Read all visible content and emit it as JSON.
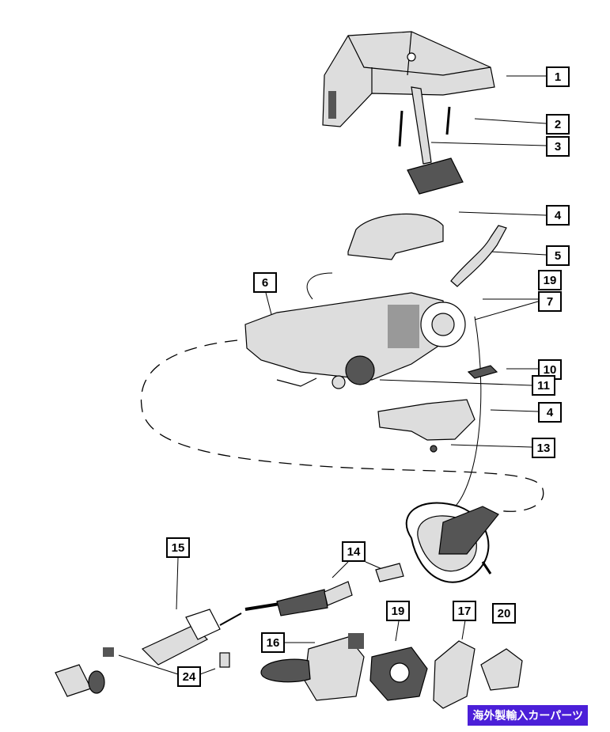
{
  "callouts": {
    "c1": "1",
    "c2": "2",
    "c3": "3",
    "c4a": "4",
    "c5": "5",
    "c6": "6",
    "c19a": "19",
    "c7": "7",
    "c10": "10",
    "c11": "11",
    "c4b": "4",
    "c13": "13",
    "c15": "15",
    "c14": "14",
    "c19b": "19",
    "c17": "17",
    "c20": "20",
    "c16": "16",
    "c24": "24"
  },
  "watermark": {
    "label": "海外製輸入カーパーツ",
    "color": "#4b1fd8"
  },
  "colors": {
    "line": "#000000",
    "part_fill": "#dddddd",
    "part_dark": "#555555",
    "background": "#ffffff"
  }
}
